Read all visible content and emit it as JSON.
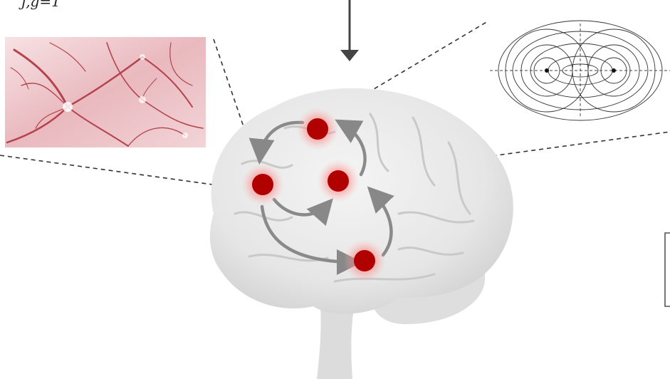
{
  "formula_fragment": "j,g=1",
  "colors": {
    "brain": "#e9e9e9",
    "node": "#b00000",
    "glow": "#ff6b6b",
    "arrow": "#888888",
    "dashed": "#333333",
    "neuron_bg": "#f3d9dc",
    "neuron_stroke": "#b5434f"
  },
  "nodes": [
    {
      "id": "node-top"
    },
    {
      "id": "node-left"
    },
    {
      "id": "node-center"
    },
    {
      "id": "node-bottom"
    }
  ],
  "icons": {
    "neuron_panel": "neuron-micrograph-icon",
    "field_panel": "dipole-field-lines-icon",
    "input_arrow": "arrow-down-icon"
  }
}
